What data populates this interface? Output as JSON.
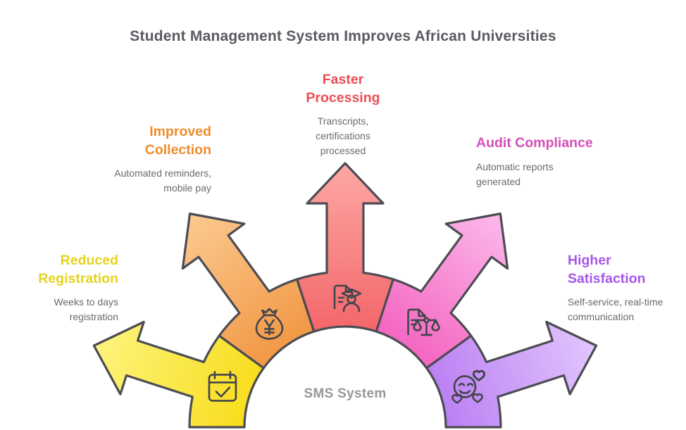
{
  "title": "Student Management System Improves African Universities",
  "center_label": "SMS System",
  "colors": {
    "title": "#5a5a61",
    "subtext": "#6a6a70",
    "center_label": "#97979c",
    "outline": "#4c4c54",
    "icon_stroke": "#44444c"
  },
  "segments": [
    {
      "id": "reduced-registration",
      "heading": "Reduced Registration",
      "description": "Weeks to days registration",
      "heading_color": "#e5d31f",
      "base_color": "#f8da12",
      "tip_color": "#fdf47e",
      "icon": "calendar-check-icon"
    },
    {
      "id": "improved-collection",
      "heading": "Improved Collection",
      "description": "Automated reminders, mobile pay",
      "heading_color": "#ef8c2d",
      "base_color": "#f0923c",
      "tip_color": "#fcca90",
      "icon": "money-bag-icon"
    },
    {
      "id": "faster-processing",
      "heading": "Faster Processing",
      "description": "Transcripts, certifications processed",
      "heading_color": "#ea4e55",
      "base_color": "#f25f63",
      "tip_color": "#fda8a4",
      "icon": "transcript-graduate-icon"
    },
    {
      "id": "audit-compliance",
      "heading": "Audit Compliance",
      "description": "Automatic reports generated",
      "heading_color": "#d54fb8",
      "base_color": "#f25cbc",
      "tip_color": "#fcb9ea",
      "icon": "report-scales-icon"
    },
    {
      "id": "higher-satisfaction",
      "heading": "Higher Satisfaction",
      "description": "Self-service, real-time communication",
      "heading_color": "#a757e8",
      "base_color": "#b678f2",
      "tip_color": "#e2c6fd",
      "icon": "smiley-hearts-icon"
    }
  ]
}
